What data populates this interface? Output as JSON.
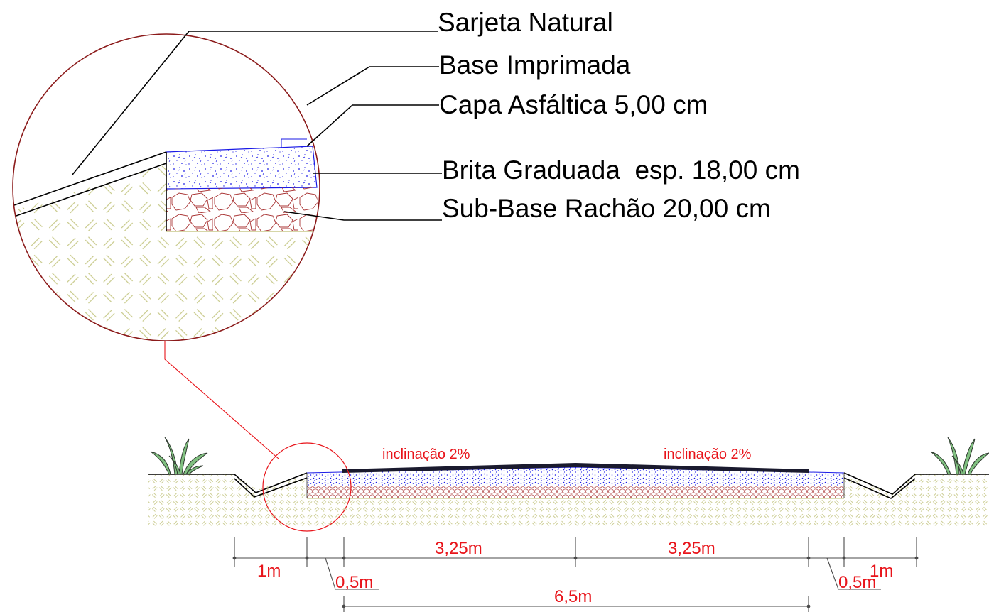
{
  "callouts": {
    "sarjeta": "Sarjeta Natural",
    "base_imprimada": "Base Imprimada",
    "capa": "Capa Asfáltica 5,00 cm",
    "brita": "Brita Graduada  esp. 18,00 cm",
    "sub_base": "Sub-Base Rachão 20,00 cm"
  },
  "slopes": {
    "left": "inclinação 2%",
    "right": "inclinação 2%"
  },
  "dimensions": {
    "left_ditch": "1m",
    "lane_left": "3,25m",
    "lane_right": "3,25m",
    "right_ditch": "1m",
    "left_shoulder": "0,5m",
    "right_shoulder": "0,5m",
    "total_width": "6,5m"
  },
  "colors": {
    "detail_circle": "#8b1a1a",
    "annotation_red": "#e8141a",
    "soil_hatch": "#c8c98a",
    "brita_gravel": "#1a1ae6",
    "rachao_stone": "#a83232",
    "asphalt": "#1a1a2e"
  }
}
